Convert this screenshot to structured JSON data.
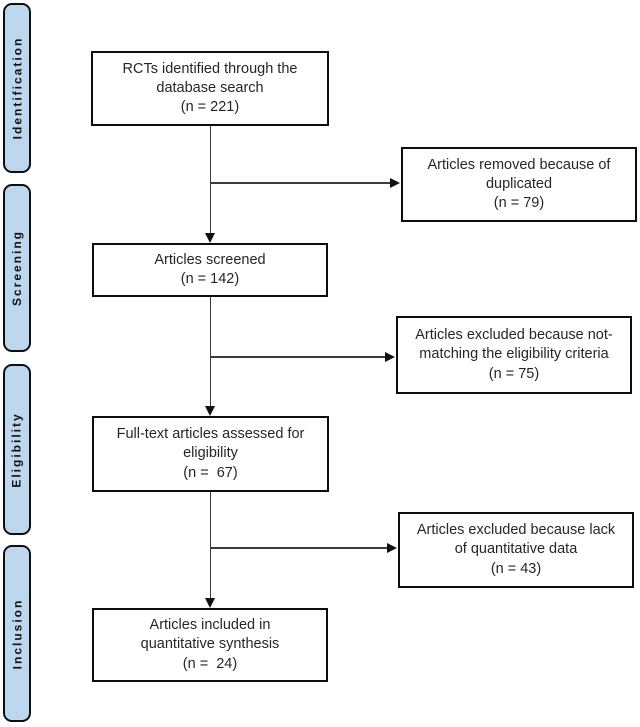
{
  "sidebar": {
    "stages": [
      {
        "label": "Identification"
      },
      {
        "label": "Screening"
      },
      {
        "label": "Eligibility"
      },
      {
        "label": "Inclusion"
      }
    ]
  },
  "flow": {
    "identified": {
      "text": "RCTs identified through the\ndatabase search\n(n = 221)",
      "n": 221
    },
    "removed_duplicates": {
      "text": "Articles removed because of\nduplicated\n(n = 79)",
      "n": 79
    },
    "screened": {
      "text": "Articles screened\n(n = 142)",
      "n": 142
    },
    "excluded_eligibility": {
      "text": "Articles excluded because not-\nmatching the eligibility criteria\n(n = 75)",
      "n": 75
    },
    "fulltext_assessed": {
      "text": "Full-text articles assessed for\neligibility\n(n =  67)",
      "n": 67
    },
    "excluded_quantitative": {
      "text": "Articles excluded because lack\nof quantitative data\n(n = 43)",
      "n": 43
    },
    "included": {
      "text": "Articles included in\nquantitative synthesis\n(n =  24)",
      "n": 24
    }
  },
  "colors": {
    "stage_fill": "#bdd7ee",
    "box_border": "#0d0d0d",
    "text": "#262626",
    "arrow": "#3c3c3c",
    "background": "#ffffff"
  }
}
